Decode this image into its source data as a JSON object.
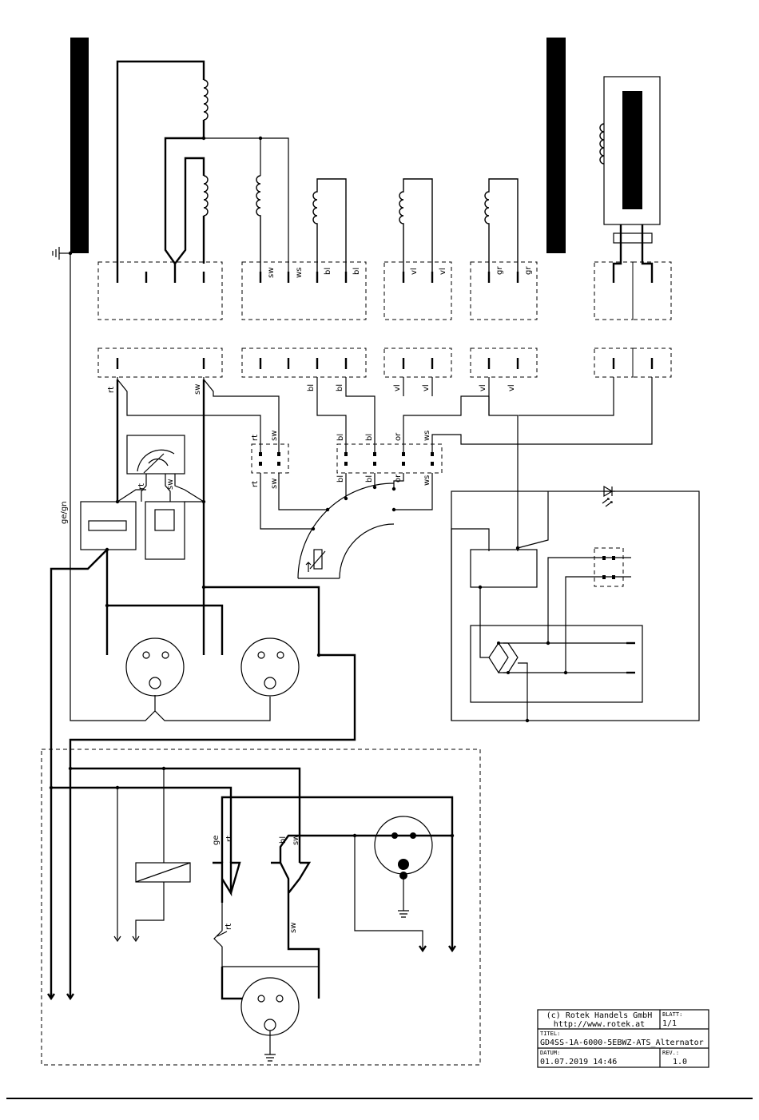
{
  "diagram": {
    "terminal_labels_top": [
      {
        "id": "t-sw-a",
        "text": "sw"
      },
      {
        "id": "t-ws-a",
        "text": "ws"
      },
      {
        "id": "t-bl-a",
        "text": "bl"
      },
      {
        "id": "t-bl-b",
        "text": "bl"
      },
      {
        "id": "t-vl-a",
        "text": "vl"
      },
      {
        "id": "t-vl-b",
        "text": "vl"
      },
      {
        "id": "t-gr-a",
        "text": "gr"
      },
      {
        "id": "t-gr-b",
        "text": "gr"
      }
    ],
    "wire_labels": {
      "rt1": "rt",
      "sw1": "sw",
      "bl1": "bl",
      "bl2": "bl",
      "vl1": "vl",
      "vl2": "vl",
      "vl3": "vl",
      "vl4": "vl",
      "ge_gn": "ge/gn",
      "rt2": "rt",
      "sw2": "sw",
      "bl3": "bl",
      "bl4": "bl",
      "or1": "or",
      "ws1": "ws",
      "rt3": "rt",
      "sw3": "sw",
      "bl5": "bl",
      "bl6": "bl",
      "or2": "or",
      "ws2": "ws",
      "rt4": "rt",
      "sw4": "sw",
      "ge": "ge",
      "rt5": "rt",
      "bl7": "bl",
      "sw5": "sw",
      "rt6": "rt",
      "sw6": "sw"
    }
  },
  "title_block": {
    "company": "(c) Rotek Handels GmbH",
    "url": "http://www.rotek.at",
    "sheet_label": "BLATT:",
    "sheet": "1/1",
    "title_label": "TITEL:",
    "title": "GD4SS-1A-6000-5EBWZ-ATS_Alternator",
    "date_label": "DATUM:",
    "date": "01.07.2019 14:46",
    "rev_label": "REV.:",
    "rev": "1.0"
  }
}
